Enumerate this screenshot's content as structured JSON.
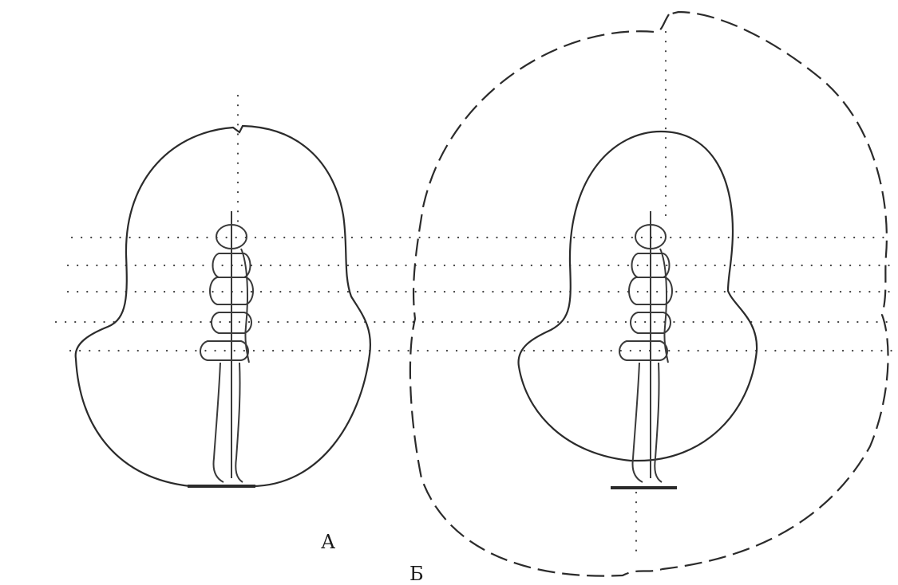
{
  "labels": {
    "a": "А",
    "b": "Б"
  },
  "panels": [
    {
      "id": "A",
      "outline_style": "solid",
      "figure": "human-figure-side"
    },
    {
      "id": "Б",
      "outline_style": "solid-inner-dashed-outer",
      "figure": "human-figure-side"
    }
  ],
  "colors": {
    "line": "#2b2b2b",
    "dots": "#444444",
    "background": "#ffffff"
  }
}
